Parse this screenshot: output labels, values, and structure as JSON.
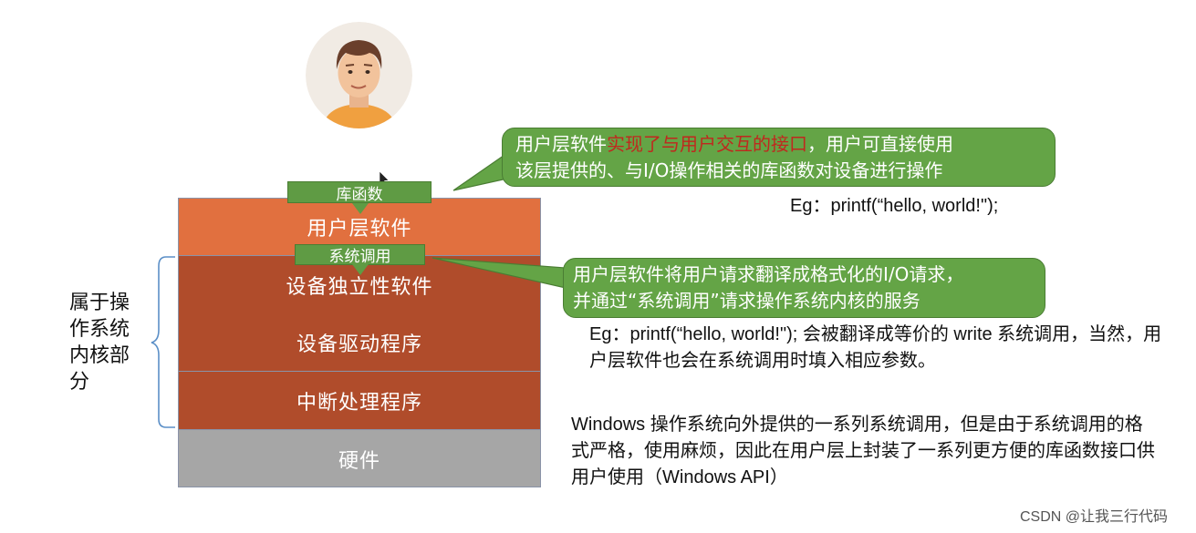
{
  "avatar": {
    "name": "user-avatar"
  },
  "layers": {
    "user_software": "用户层软件",
    "device_independent": "设备独立性软件",
    "device_driver": "设备驱动程序",
    "interrupt_handler": "中断处理程序",
    "hardware": "硬件"
  },
  "tags": {
    "library_function": "库函数",
    "system_call": "系统调用"
  },
  "kernel_label": "属于操作系统内核部分",
  "callout1": {
    "line1_prefix": "用户层软件",
    "line1_highlight": "实现了与用户交互的接口",
    "line1_suffix": "，用户可直接使用",
    "line2": "该层提供的、与I/O操作相关的库函数对设备进行操作"
  },
  "eg1": "Eg：printf(“hello, world!\");",
  "callout2": {
    "line1": "用户层软件将用户请求翻译成格式化的I/O请求，",
    "line2": "并通过“系统调用”请求操作系统内核的服务"
  },
  "note2": "Eg：printf(“hello, world!\"); 会被翻译成等价的 write 系统调用，当然，用户层软件也会在系统调用时填入相应参数。",
  "note3": "Windows 操作系统向外提供的一系列系统调用，但是由于系统调用的格式严格，使用麻烦，因此在用户层上封装了一系列更方便的库函数接口供用户使用（Windows API）",
  "watermark": "CSDN @让我三行代码",
  "colors": {
    "user_layer": "#e1703f",
    "kernel_layer": "#b04c2b",
    "hardware_layer": "#a6a6a6",
    "callout_green": "#64a446",
    "highlight_red": "#c0281e"
  }
}
